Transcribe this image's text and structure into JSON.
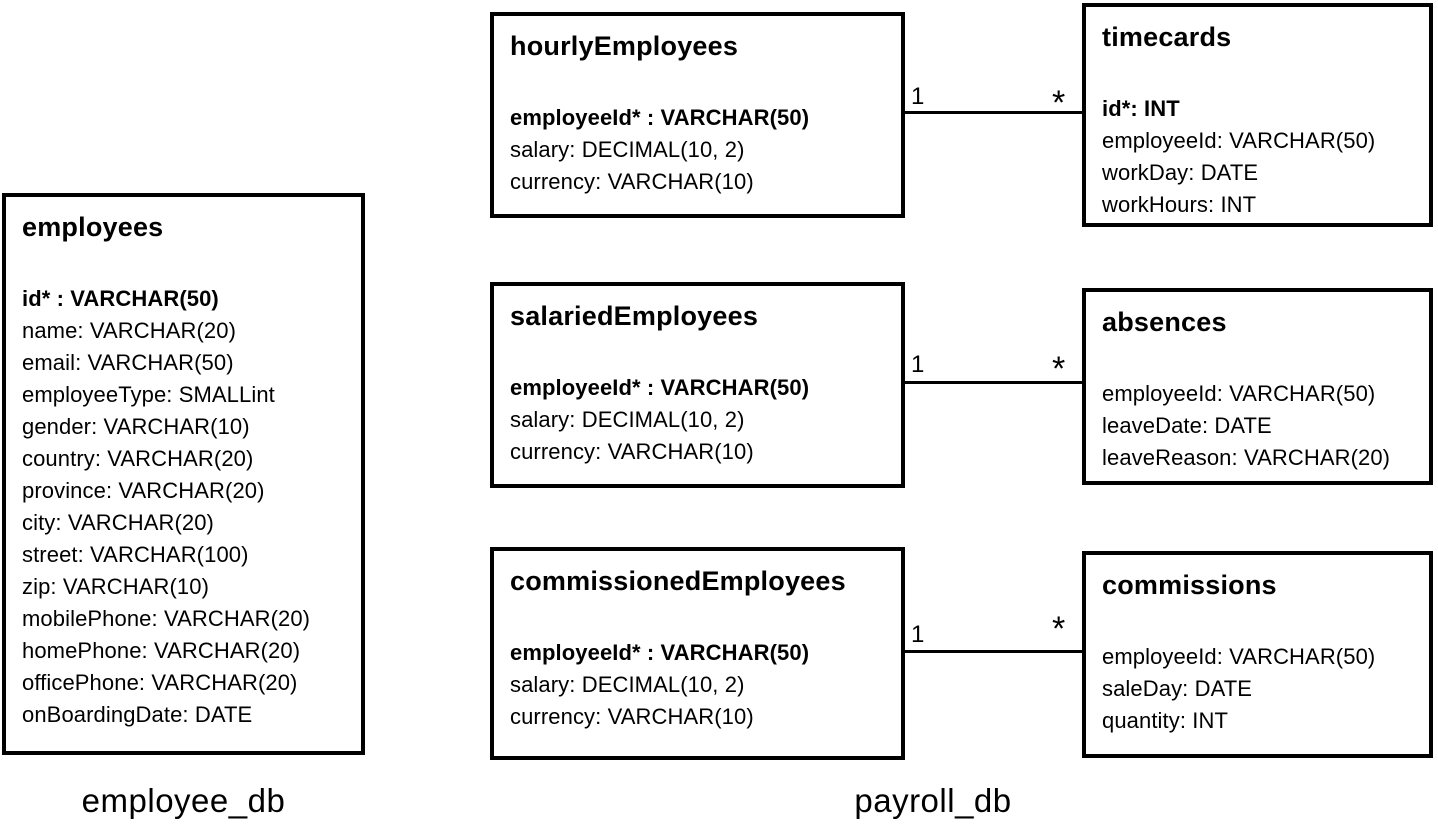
{
  "diagram": {
    "background_color": "#ffffff",
    "border_color": "#000000",
    "text_color": "#000000"
  },
  "tables": {
    "employees": {
      "title": "employees",
      "fields": [
        {
          "text": "id* : VARCHAR(50)",
          "bold": true
        },
        {
          "text": "name: VARCHAR(20)",
          "bold": false
        },
        {
          "text": "email: VARCHAR(50)",
          "bold": false
        },
        {
          "text": "employeeType: SMALLint",
          "bold": false
        },
        {
          "text": "gender: VARCHAR(10)",
          "bold": false
        },
        {
          "text": "country: VARCHAR(20)",
          "bold": false
        },
        {
          "text": "province: VARCHAR(20)",
          "bold": false
        },
        {
          "text": "city: VARCHAR(20)",
          "bold": false
        },
        {
          "text": "street: VARCHAR(100)",
          "bold": false
        },
        {
          "text": "zip: VARCHAR(10)",
          "bold": false
        },
        {
          "text": "mobilePhone: VARCHAR(20)",
          "bold": false
        },
        {
          "text": "homePhone: VARCHAR(20)",
          "bold": false
        },
        {
          "text": "officePhone: VARCHAR(20)",
          "bold": false
        },
        {
          "text": "onBoardingDate: DATE",
          "bold": false
        }
      ]
    },
    "hourlyEmployees": {
      "title": "hourlyEmployees",
      "fields": [
        {
          "text": "employeeId* : VARCHAR(50)",
          "bold": true
        },
        {
          "text": "salary: DECIMAL(10, 2)",
          "bold": false
        },
        {
          "text": "currency: VARCHAR(10)",
          "bold": false
        }
      ]
    },
    "timecards": {
      "title": "timecards",
      "fields": [
        {
          "text": "id*: INT",
          "bold": true
        },
        {
          "text": "employeeId: VARCHAR(50)",
          "bold": false
        },
        {
          "text": "workDay: DATE",
          "bold": false
        },
        {
          "text": "workHours: INT",
          "bold": false
        }
      ]
    },
    "salariedEmployees": {
      "title": "salariedEmployees",
      "fields": [
        {
          "text": "employeeId* : VARCHAR(50)",
          "bold": true
        },
        {
          "text": "salary: DECIMAL(10, 2)",
          "bold": false
        },
        {
          "text": "currency: VARCHAR(10)",
          "bold": false
        }
      ]
    },
    "absences": {
      "title": "absences",
      "fields": [
        {
          "text": "employeeId: VARCHAR(50)",
          "bold": false
        },
        {
          "text": "leaveDate: DATE",
          "bold": false
        },
        {
          "text": "leaveReason: VARCHAR(20)",
          "bold": false
        }
      ]
    },
    "commissionedEmployees": {
      "title": "commissionedEmployees",
      "fields": [
        {
          "text": "employeeId* : VARCHAR(50)",
          "bold": true
        },
        {
          "text": "salary: DECIMAL(10, 2)",
          "bold": false
        },
        {
          "text": "currency: VARCHAR(10)",
          "bold": false
        }
      ]
    },
    "commissions": {
      "title": "commissions",
      "fields": [
        {
          "text": "employeeId: VARCHAR(50)",
          "bold": false
        },
        {
          "text": "saleDay: DATE",
          "bold": false
        },
        {
          "text": "quantity: INT",
          "bold": false
        }
      ]
    }
  },
  "relations": [
    {
      "from": "hourlyEmployees",
      "to": "timecards",
      "from_card": "1",
      "to_card": "*"
    },
    {
      "from": "salariedEmployees",
      "to": "absences",
      "from_card": "1",
      "to_card": "*"
    },
    {
      "from": "commissionedEmployees",
      "to": "commissions",
      "from_card": "1",
      "to_card": "*"
    }
  ],
  "database_labels": {
    "employee_db": "employee_db",
    "payroll_db": "payroll_db"
  }
}
